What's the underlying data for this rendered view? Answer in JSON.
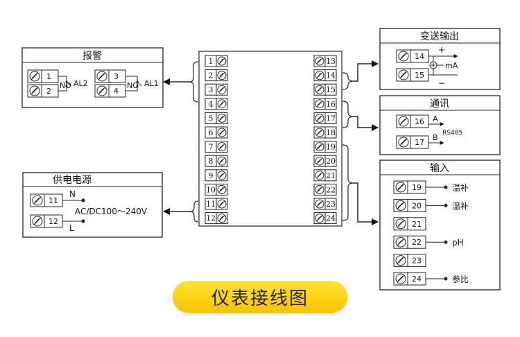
{
  "alarm": {
    "title": "报警",
    "t1": "1",
    "t2": "2",
    "t3": "3",
    "t4": "4",
    "no1": "NO",
    "no2": "NO",
    "al2": "AL2",
    "al1": "AL1"
  },
  "power": {
    "title": "供电电源",
    "t11": "11",
    "t12": "12",
    "n": "N",
    "l": "L",
    "voltage": "AC/DC100～240V"
  },
  "output": {
    "title": "变送输出",
    "t14": "14",
    "t15": "15",
    "plus": "+",
    "minus": "−",
    "ma": "mA"
  },
  "comm": {
    "title": "通讯",
    "t16": "16",
    "t17": "17",
    "a": "A",
    "b": "B",
    "rs485": "RS485"
  },
  "input": {
    "title": "输入",
    "rows": [
      {
        "num": "19",
        "label": "温补"
      },
      {
        "num": "20",
        "label": "温补"
      },
      {
        "num": "21",
        "label": ""
      },
      {
        "num": "22",
        "label": "pH"
      },
      {
        "num": "23",
        "label": ""
      },
      {
        "num": "24",
        "label": "参比"
      }
    ]
  },
  "terminal_block": {
    "left": [
      "1",
      "2",
      "3",
      "4",
      "5",
      "6",
      "7",
      "8",
      "9",
      "10",
      "11",
      "12"
    ],
    "right": [
      "13",
      "14",
      "15",
      "16",
      "17",
      "18",
      "19",
      "20",
      "21",
      "22",
      "23",
      "24"
    ]
  },
  "caption": "仪表接线图"
}
